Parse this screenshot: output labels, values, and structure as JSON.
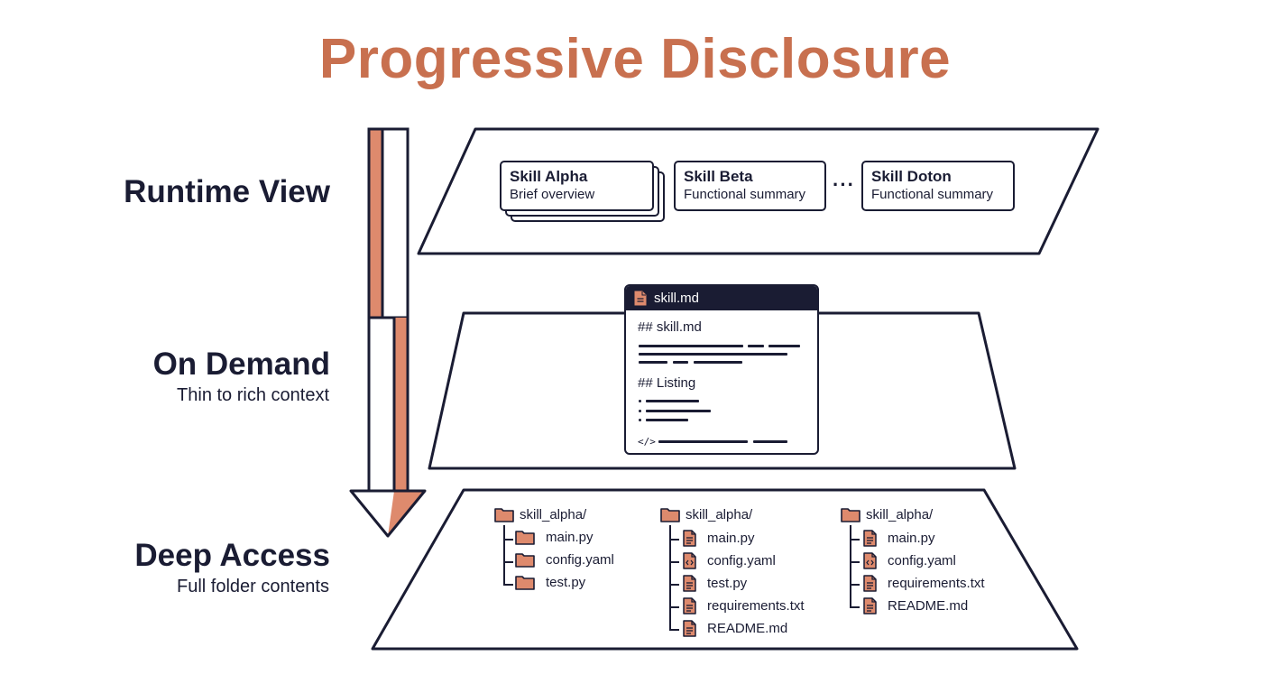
{
  "title": "Progressive Disclosure",
  "colors": {
    "accent": "#c8704f",
    "ink": "#1a1c33",
    "icon_fill": "#de8a6d"
  },
  "layers": [
    {
      "label": "Runtime View",
      "subtitle": ""
    },
    {
      "label": "On Demand",
      "subtitle": "Thin to rich context"
    },
    {
      "label": "Deep Access",
      "subtitle": "Full folder contents"
    }
  ],
  "runtime_view": {
    "cards": [
      {
        "name": "Skill Alpha",
        "desc": "Brief overview"
      },
      {
        "name": "Skill Beta",
        "desc": "Functional summary"
      },
      {
        "name": "Skill Doton",
        "desc": "Functional summary"
      }
    ],
    "ellipsis": "···"
  },
  "on_demand": {
    "filename": "skill.md",
    "heading_1": "## skill.md",
    "heading_2": "## Listing",
    "code_mark": "</>"
  },
  "deep_access": {
    "folders": [
      {
        "name": "skill_alpha/",
        "files": [
          {
            "name": "main.py",
            "icon": "folder-icon"
          },
          {
            "name": "config.yaml",
            "icon": "folder-icon"
          },
          {
            "name": "test.py",
            "icon": "folder-icon"
          }
        ]
      },
      {
        "name": "skill_alpha/",
        "files": [
          {
            "name": "main.py",
            "icon": "file-icon"
          },
          {
            "name": "config.yaml",
            "icon": "code-file-icon"
          },
          {
            "name": "test.py",
            "icon": "file-icon"
          },
          {
            "name": "requirements.txt",
            "icon": "file-icon"
          },
          {
            "name": "README.md",
            "icon": "file-icon"
          }
        ]
      },
      {
        "name": "skill_alpha/",
        "files": [
          {
            "name": "main.py",
            "icon": "file-icon"
          },
          {
            "name": "config.yaml",
            "icon": "code-file-icon"
          },
          {
            "name": "requirements.txt",
            "icon": "file-icon"
          },
          {
            "name": "README.md",
            "icon": "file-icon"
          }
        ]
      }
    ]
  }
}
